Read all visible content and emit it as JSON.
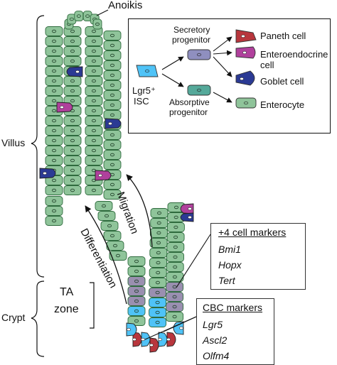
{
  "labels": {
    "anoikis": "Anoikis",
    "villus": "Villus",
    "crypt": "Crypt",
    "ta_zone_line1": "TA",
    "ta_zone_line2": "zone",
    "migration": "Migration",
    "differentiation": "Differentiation"
  },
  "legend": {
    "stem_line1": "Lgr5⁺",
    "stem_line2": "ISC",
    "secretory_line1": "Secretory",
    "secretory_line2": "progenitor",
    "absorptive_line1": "Absorptive",
    "absorptive_line2": "progenitor",
    "cells": {
      "paneth": "Paneth cell",
      "enteroendocrine_line1": "Enteroendocrine",
      "enteroendocrine_line2": "cell",
      "goblet": "Goblet cell",
      "enterocyte": "Enterocyte"
    }
  },
  "plus4_box": {
    "heading": "+4 cell markers",
    "markers": [
      "Bmi1",
      "Hopx",
      "Tert"
    ]
  },
  "cbc_box": {
    "heading": "CBC markers",
    "markers": [
      "Lgr5",
      "Ascl2",
      "Olfm4"
    ]
  },
  "colors": {
    "enterocyte": "#8fc49a",
    "enterocyte_edge": "#2f6b3e",
    "goblet": "#2b3a94",
    "enteroendocrine": "#b0409c",
    "paneth": "#b8363d",
    "stem_cell": "#4fc3f7",
    "ta_cell": "#9a8fb0",
    "absorptive_progenitor": "#55a99a",
    "secretory_progenitor": "#8f8fbf"
  },
  "icons": [
    "arrow-icon",
    "bracket-icon",
    "cell-icon"
  ]
}
